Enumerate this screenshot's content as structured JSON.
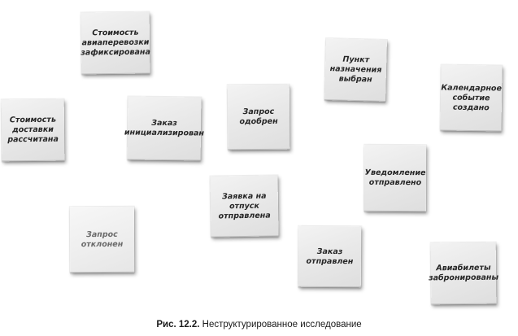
{
  "notes": [
    {
      "text": "Стоимость\nавиаперевозки\nзафиксирована"
    },
    {
      "text": "Пункт\nназначения\nвыбран"
    },
    {
      "text": "Календарное\nсобытие\nсоздано"
    },
    {
      "text": "Запрос\nодобрен"
    },
    {
      "text": "Стоимость\nдоставки\nрассчитана"
    },
    {
      "text": "Заказ\nинициализирован"
    },
    {
      "text": "Уведомление\nотправлено"
    },
    {
      "text": "Заявка на\nотпуск\nотправлена"
    },
    {
      "text": "Запрос\nотклонен"
    },
    {
      "text": "Заказ\nотправлен"
    },
    {
      "text": "Авиабилеты\nзабронированы"
    }
  ],
  "caption": {
    "figure": "Рис. 12.2.",
    "text": "Неструктурированное исследование"
  }
}
